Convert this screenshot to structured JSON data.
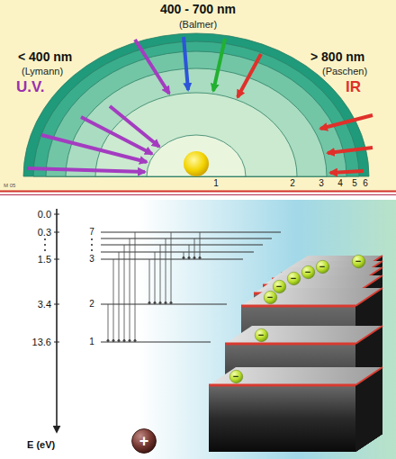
{
  "diagram": {
    "nodes": [
      {
        "text": [
          "−"
        ]
      },
      {
        "text": [
          "−"
        ]
      },
      {
        "text": [
          "−"
        ]
      },
      {
        "text": [
          "−"
        ]
      },
      {
        "text": [
          "−"
        ]
      },
      {
        "text": [
          "−"
        ]
      },
      {
        "text": [
          "−"
        ]
      },
      {
        "text": [
          "−"
        ]
      },
      {
        "text": [
          "+"
        ]
      }
    ],
    "labels": [
      "400 - 700 nm",
      "(Balmer)",
      "< 400 nm",
      "(Lymann)",
      "U.V.",
      "> 800 nm",
      "(Paschen)",
      "IR",
      "1",
      "2",
      "3",
      "4",
      "5",
      "6",
      "M 05",
      "0.0",
      "0.3",
      "1.5",
      "3.4",
      "13.6",
      "E (eV)",
      "7",
      "3",
      "2",
      "1"
    ]
  }
}
